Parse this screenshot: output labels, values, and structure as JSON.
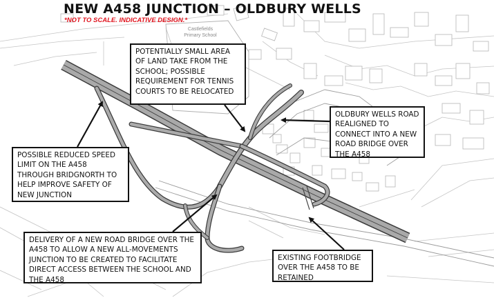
{
  "title": "NEW A458 JUNCTION – OLDBURY WELLS",
  "subtitle": "*NOT TO SCALE. INDICATIVE DESIGN.*",
  "map_labels": {
    "school_line1": "Castlefields",
    "school_line2": "Primary School"
  },
  "callouts": {
    "school_land": "POTENTIALLY SMALL AREA OF LAND TAKE FROM THE SCHOOL; POSSIBLE REQUIREMENT FOR TENNIS COURTS TO BE RELOCATED",
    "oldbury_wells_road": "OLDBURY WELLS ROAD REALIGNED TO CONNECT INTO A NEW ROAD BRIDGE OVER THE A458",
    "speed_limit": "POSSIBLE REDUCED SPEED LIMIT ON THE A458 THROUGH BRIDGNORTH TO HELP IMPROVE SAFETY OF NEW JUNCTION",
    "road_bridge": "DELIVERY OF A NEW ROAD BRIDGE OVER THE A458 TO ALLOW A NEW ALL-MOVEMENTS JUNCTION TO BE CREATED TO FACILITATE DIRECT ACCESS BETWEEN THE SCHOOL AND THE A458",
    "footbridge": "EXISTING FOOTBRIDGE OVER THE A458 TO BE RETAINED"
  },
  "colors": {
    "road_fill": "#a9a9a9",
    "road_edge": "#3a3a3a",
    "basemap_line": "#bdbdbd",
    "title": "#111111",
    "subtitle": "#e0141e"
  }
}
